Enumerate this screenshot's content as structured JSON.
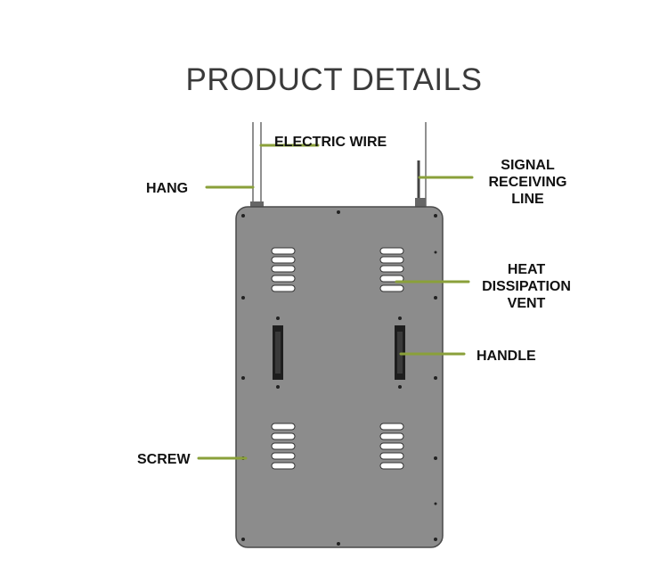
{
  "title": "PRODUCT DETAILS",
  "callouts": {
    "electric_wire": "ELECTRIC WIRE",
    "hang": "HANG",
    "signal_receiving_line": [
      "SIGNAL",
      "RECEIVING",
      "LINE"
    ],
    "heat_dissipation_vent": [
      "HEAT",
      "DISSIPATION",
      "VENT"
    ],
    "handle": "HANDLE",
    "screw": "SCREW"
  },
  "colors": {
    "panel": "#8c8c8c",
    "panel_border": "#4a4a4a",
    "leader_line": "#8aa03a",
    "title": "#3a3a3a"
  }
}
